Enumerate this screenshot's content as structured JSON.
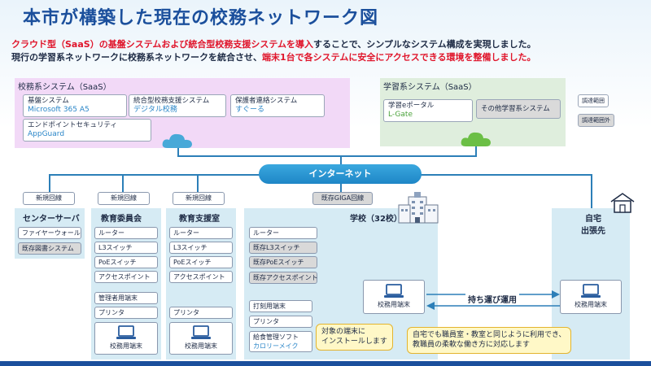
{
  "title": "本市が構築した現在の校務ネットワーク図",
  "intro": {
    "line1_red": "クラウド型（SaaS）の基盤システムおよび統合型校務支援システムを導入",
    "line1_rest": "することで、シンプルなシステム構成を実現しました。",
    "line2_start": "現行の学習系ネットワークに校務系ネットワークを統合させ、",
    "line2_red": "端末1台で各システムに安全にアクセスできる環境を整備しました。"
  },
  "saas_school": {
    "label": "校務系システム（SaaS）",
    "boxes": [
      {
        "name": "基盤システム",
        "product": "Microsoft 365 A5"
      },
      {
        "name": "統合型校務支援システム",
        "product": "デジタル校務"
      },
      {
        "name": "保護者連絡システム",
        "product": "すぐーる"
      },
      {
        "name": "エンドポイントセキュリティ",
        "product": "AppGuard"
      }
    ]
  },
  "saas_learning": {
    "label": "学習系システム（SaaS）",
    "portal": {
      "name": "学習eポータル",
      "product": "L-Gate"
    },
    "other": "その他学習系システム"
  },
  "legend": {
    "in_scope": "調達範囲",
    "out_scope": "調達範囲外"
  },
  "internet": "インターネット",
  "circuits": {
    "new": "新規回線",
    "giga": "既存GIGA回線"
  },
  "columns": {
    "center": {
      "title": "センターサーバ",
      "items": [
        "ファイヤーウォール",
        "既存図書システム"
      ]
    },
    "board": {
      "title": "教育委員会",
      "items": [
        "ルーター",
        "L3スイッチ",
        "PoEスイッチ",
        "アクセスポイント",
        "管理者用端末",
        "プリンタ"
      ],
      "terminal": "校務用端末"
    },
    "support": {
      "title": "教育支援室",
      "items": [
        "ルーター",
        "L3スイッチ",
        "PoEスイッチ",
        "アクセスポイント",
        "プリンタ"
      ],
      "terminal": "校務用端末"
    },
    "school": {
      "title": "学校（32校）",
      "items": [
        "ルーター",
        "既存L3スイッチ",
        "既存PoEスイッチ",
        "既存アクセスポイント",
        "打刻用端末",
        "プリンタ"
      ],
      "payroll": {
        "name": "給食管理ソフト",
        "product": "カロリーメイク"
      },
      "terminal": "校務用端末"
    },
    "home": {
      "title_line1": "自宅",
      "title_line2": "出張先",
      "terminal": "校務用端末"
    }
  },
  "callouts": {
    "install": [
      "対象の端末に",
      "インストールします"
    ],
    "carry": "持ち運び運用",
    "flex": [
      "自宅でも職員室・教室と同じように利用でき、",
      "教職員の柔軟な働き方に対応します"
    ]
  },
  "colors": {
    "title_blue": "#1b4f9c",
    "red_accent": "#e0152b",
    "internet_blue": "#1e86c6"
  }
}
